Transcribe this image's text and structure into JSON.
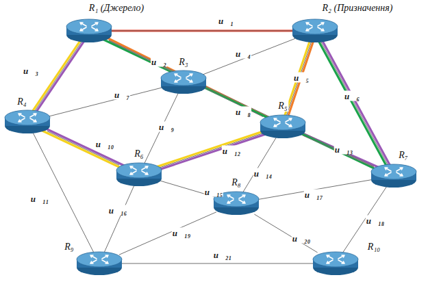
{
  "diagram": {
    "nodes": [
      {
        "text": [
          "R₁ (Джерело)"
        ]
      },
      {
        "text": [
          "R₂ (Призначення)"
        ]
      },
      {
        "text": [
          "R₃"
        ]
      },
      {
        "text": [
          "R₄"
        ]
      },
      {
        "text": [
          "R₅"
        ]
      },
      {
        "text": [
          "R₆"
        ]
      },
      {
        "text": [
          "R₇"
        ]
      },
      {
        "text": [
          "R₈"
        ]
      },
      {
        "text": [
          "R₉"
        ]
      },
      {
        "text": [
          "R₁₀"
        ]
      }
    ],
    "edges": [
      {
        "from": 0,
        "to": 1,
        "arrow": "none",
        "label": "u⃗₁"
      },
      {
        "from": 0,
        "to": 4,
        "arrow": "none",
        "label": "u⃗₂"
      },
      {
        "from": 0,
        "to": 3,
        "arrow": "none",
        "label": "u⃗₃"
      },
      {
        "from": 2,
        "to": 1,
        "arrow": "none",
        "label": "u⃗₄"
      },
      {
        "from": 1,
        "to": 4,
        "arrow": "none",
        "label": "u⃗₅"
      },
      {
        "from": 1,
        "to": 6,
        "arrow": "none",
        "label": "u⃗₆"
      },
      {
        "from": 3,
        "to": 2,
        "arrow": "none",
        "label": "u⃗₇"
      },
      {
        "from": 0,
        "to": 6,
        "arrow": "none",
        "label": "u⃗₈"
      },
      {
        "from": 2,
        "to": 5,
        "arrow": "none",
        "label": "u⃗₉"
      },
      {
        "from": 3,
        "to": 5,
        "arrow": "none",
        "label": "u⃗₁₀"
      },
      {
        "from": 3,
        "to": 8,
        "arrow": "none",
        "label": "u⃗₁₁"
      },
      {
        "from": 5,
        "to": 4,
        "arrow": "none",
        "label": "u⃗₁₂"
      },
      {
        "from": 4,
        "to": 6,
        "arrow": "none",
        "label": "u⃗₁₃"
      },
      {
        "from": 4,
        "to": 7,
        "arrow": "none",
        "label": "u⃗₁₄"
      },
      {
        "from": 5,
        "to": 7,
        "arrow": "none",
        "label": "u⃗₁₅"
      },
      {
        "from": 5,
        "to": 8,
        "arrow": "none",
        "label": "u⃗₁₆"
      },
      {
        "from": 7,
        "to": 6,
        "arrow": "none",
        "label": "u⃗₁₇"
      },
      {
        "from": 9,
        "to": 6,
        "arrow": "none",
        "label": "u⃗₁₈"
      },
      {
        "from": 8,
        "to": 7,
        "arrow": "none",
        "label": "u⃗₁₉"
      },
      {
        "from": 7,
        "to": 9,
        "arrow": "none",
        "label": "u⃗₂₀"
      },
      {
        "from": 8,
        "to": 9,
        "arrow": "none",
        "label": "u⃗₂₁"
      }
    ]
  }
}
